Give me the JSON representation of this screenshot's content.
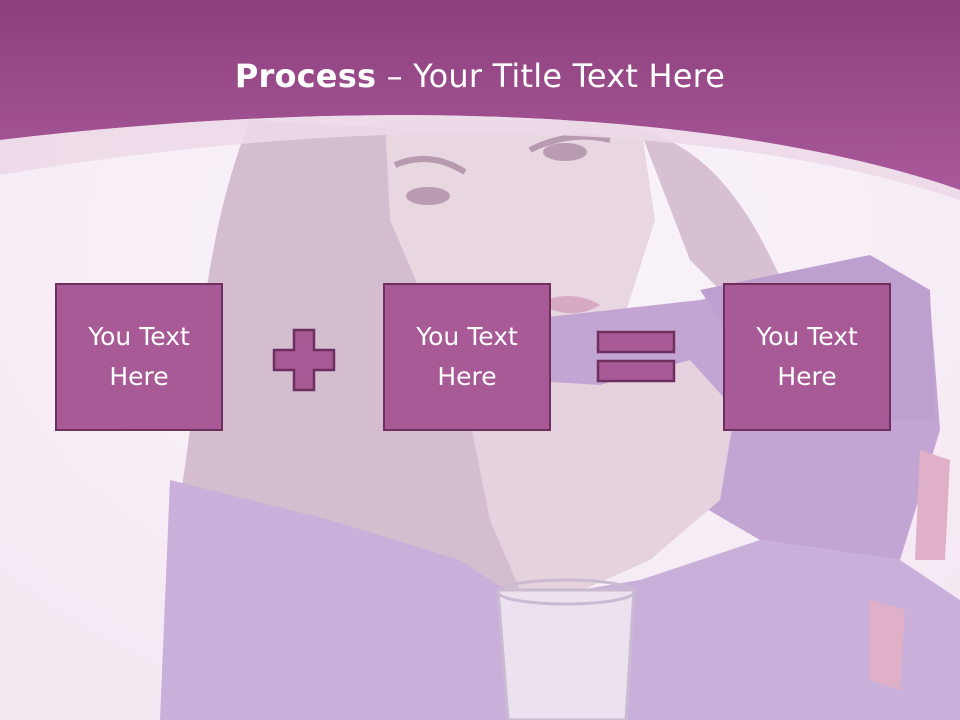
{
  "slide": {
    "title_bold": "Process",
    "title_dash": " – ",
    "title_rest": "Your Title Text Here",
    "boxes": [
      {
        "text": "You Text Here"
      },
      {
        "text": "You Text Here"
      },
      {
        "text": "You Text Here"
      }
    ],
    "operators": [
      "plus-icon",
      "equals-icon"
    ]
  },
  "colors": {
    "header": "#9a4c8a",
    "box_fill": "#a75a95",
    "box_border": "#6e2f5f",
    "background": "#f6eef6"
  }
}
